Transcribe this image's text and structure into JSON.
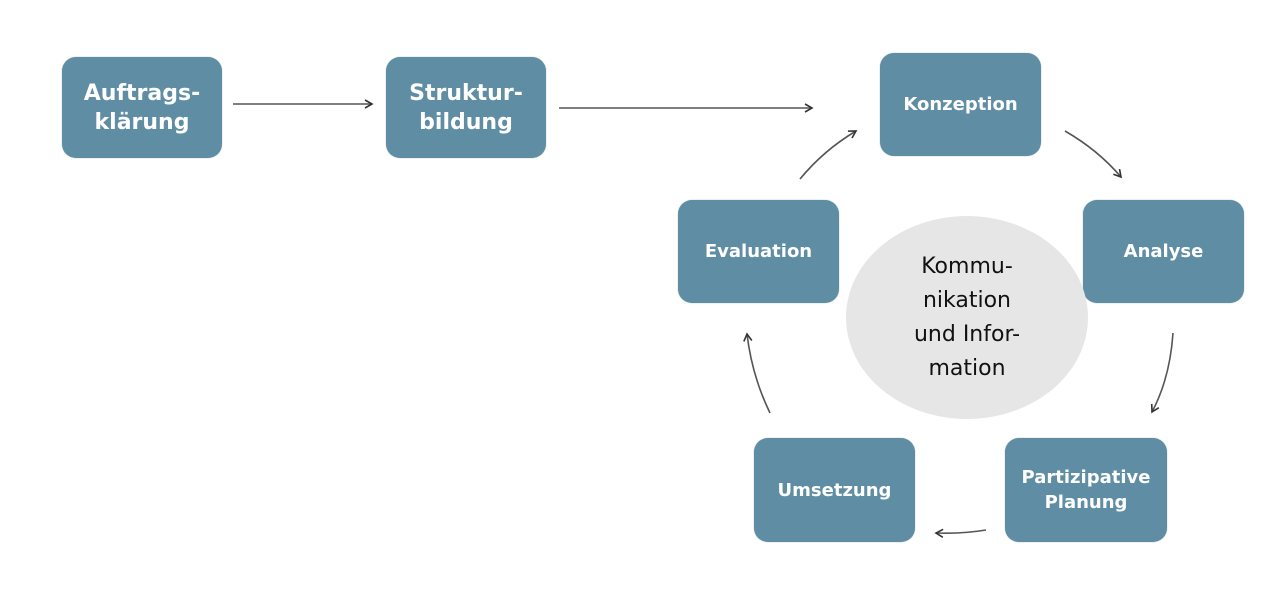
{
  "diagram": {
    "type": "process-cycle",
    "colors": {
      "box_fill": "#5f8ea4",
      "box_text": "#ffffff",
      "center_fill": "#e6e6e6",
      "center_text": "#111111",
      "arrow": "#333333"
    },
    "linear_steps": [
      {
        "id": "auftragsklaerung",
        "lines": [
          "Auftrags-",
          "klärung"
        ]
      },
      {
        "id": "strukturbildung",
        "lines": [
          "Struktur-",
          "bildung"
        ]
      }
    ],
    "cycle_steps": [
      {
        "id": "konzeption",
        "lines": [
          "Konzeption"
        ]
      },
      {
        "id": "analyse",
        "lines": [
          "Analyse"
        ]
      },
      {
        "id": "partizipative-planung",
        "lines": [
          "Partizipative",
          "Planung"
        ]
      },
      {
        "id": "umsetzung",
        "lines": [
          "Umsetzung"
        ]
      },
      {
        "id": "evaluation",
        "lines": [
          "Evaluation"
        ]
      }
    ],
    "center": {
      "lines": [
        "Kommu-",
        "nikation",
        "und Infor-",
        "mation"
      ]
    },
    "flow": [
      [
        "auftragsklaerung",
        "strukturbildung"
      ],
      [
        "strukturbildung",
        "konzeption"
      ],
      [
        "konzeption",
        "analyse"
      ],
      [
        "analyse",
        "partizipative-planung"
      ],
      [
        "partizipative-planung",
        "umsetzung"
      ],
      [
        "umsetzung",
        "evaluation"
      ],
      [
        "evaluation",
        "konzeption"
      ]
    ]
  }
}
